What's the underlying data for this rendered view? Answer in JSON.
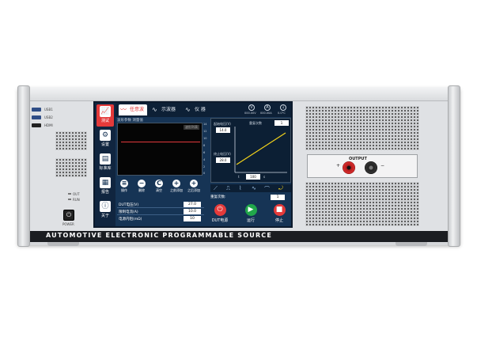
{
  "device": {
    "model_strip": "AUTOMOTIVE ELECTRONIC PROGRAMMABLE SOURCE",
    "left_panel": {
      "usb1": "USB1",
      "usb2": "USB2",
      "hdmi": "HDMI",
      "led_out": "OUT",
      "led_run": "RUN",
      "power_label": "POWER",
      "power_symbol": "⏻"
    },
    "output": {
      "title": "OUTPUT",
      "plus": "+",
      "minus": "−"
    }
  },
  "screen": {
    "side_menu": [
      {
        "icon": "chart-icon",
        "glyph": "📈",
        "label": "测试"
      },
      {
        "icon": "gear-icon",
        "glyph": "⚙",
        "label": "设置"
      },
      {
        "icon": "file-icon",
        "glyph": "▤",
        "label": "标准库"
      },
      {
        "icon": "report-icon",
        "glyph": "▦",
        "label": "报告"
      },
      {
        "icon": "info-icon",
        "glyph": "ⓘ",
        "label": "关于"
      }
    ],
    "tabs": [
      {
        "label": "任意波",
        "glyph": "〰"
      },
      {
        "label": "示波器",
        "glyph": "∿"
      },
      {
        "label": "仪 器",
        "glyph": "∿"
      }
    ],
    "status": [
      {
        "glyph": "V",
        "label": "000.00V"
      },
      {
        "glyph": "A",
        "label": "000.00A"
      },
      {
        "glyph": "↓",
        "label": "0.0°C"
      }
    ],
    "wave_header": "波形参数  测量值",
    "wave_tag": "波形列表",
    "y_ticks": [
      "14",
      "12",
      "10",
      "8",
      "6",
      "4",
      "2",
      "0"
    ],
    "controls": [
      {
        "glyph": "≡",
        "label": "操作"
      },
      {
        "glyph": "−",
        "label": "删除"
      },
      {
        "glyph": "C",
        "label": "清空"
      },
      {
        "glyph": "+",
        "label": "之前添加"
      },
      {
        "glyph": "+",
        "label": "之后添加"
      }
    ],
    "params": [
      {
        "label": "DUT电压(V)",
        "value": "27.0"
      },
      {
        "label": "限制电流(A)",
        "value": "10.0"
      },
      {
        "label": "电源内阻(mΩ)",
        "value": "10"
      }
    ],
    "ramp": {
      "start_label": "起始电压(V)",
      "start_value": "14.0",
      "end_label": "终止电压(V)",
      "end_value": "28.0",
      "repeat_label": "重复次数",
      "repeat_value": "1",
      "time_symbol": "t",
      "time_value": "100",
      "time_unit": "s"
    },
    "wave_shapes": [
      "⟋",
      "⎍",
      "⌇",
      "∿",
      "⌒",
      "⤾"
    ],
    "repeat_total_label": "重复次数:",
    "repeat_total_value": "1",
    "big_buttons": [
      {
        "glyph": "⏻",
        "label": "DUT电源",
        "color": "#e43a3a"
      },
      {
        "glyph": "▶",
        "label": "运行",
        "color": "#21a74a"
      },
      {
        "glyph": "■",
        "label": "停止",
        "color": "#e43a3a"
      }
    ]
  }
}
